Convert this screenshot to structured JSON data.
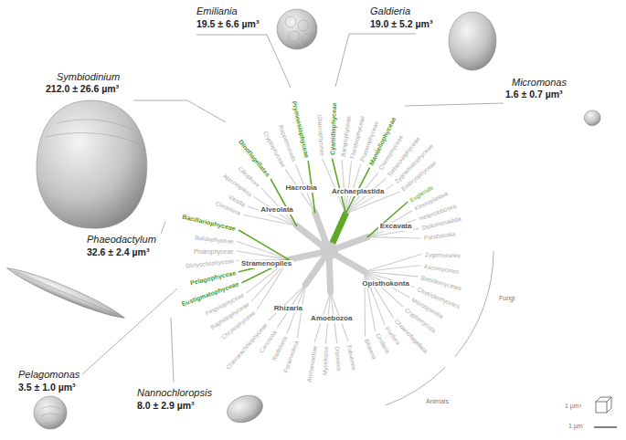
{
  "diagram": {
    "labels": [
      "Emiliania",
      "19.5 ± 6.6 µm³",
      "Galdieria",
      "19.0 ± 5.2 µm³",
      "Symbiodinium",
      "212.0 ± 26.6 µm³",
      "Micromonas",
      "1.6 ± 0.7 µm³",
      "Phaeodactylum",
      "32.6 ± 2.4 µm³",
      "Pelagomonas",
      "3.5 ± 1.0 µm³",
      "Nannochloropsis",
      "8.0 ± 2.9 µm³",
      "Euglenids",
      "Kinetoplastea",
      "Heterolobosea",
      "Diplomonadida",
      "Parabasalia",
      "Zygomycetes",
      "Ascomycetes",
      "Basidiomycetes",
      "Chytridiomycetes",
      "Microsporidia",
      "Cryptomycota",
      "Choanoflagellata",
      "Porifera",
      "Cnidaria",
      "Bilateria",
      "Tubulinea",
      "Discosea",
      "Mycetozoa",
      "Archamoebae",
      "Foraminifera",
      "Radiolaria",
      "Cercozoa",
      "Chlorarachniophyceae",
      "Chrysophyceae",
      "Raphidophyceae",
      "Pinguiophyceae",
      "Eustigmatophyceae",
      "Pelagophyceae",
      "Dictyochophyceae",
      "Phaeophyceae",
      "Bolidophyceae",
      "Bacillariophyceae",
      "Chromera",
      "Vitrella",
      "Apicomplexa",
      "Ciliophora",
      "Dinoflagellates",
      "Cryptophyceae",
      "Rappemonads",
      "Prymnesiophyceae",
      "Glaucophyceae",
      "Cyanidiophyceae",
      "Bangiophyceae",
      "Florideophyceae",
      "Prasinophyceae",
      "Mamiellophyceae",
      "Chlorophyceae",
      "Trebouxiophyceae",
      "Zygnematophyceae",
      "Embryophyceae",
      "Excavata",
      "Opisthokonta",
      "Amoebozoa",
      "Rhizaria",
      "Stramenopiles",
      "Alveolata",
      "Hacrobia",
      "Archaeplastida",
      "Fungi",
      "Animals",
      "1 µm³",
      "1 µm"
    ]
  }
}
